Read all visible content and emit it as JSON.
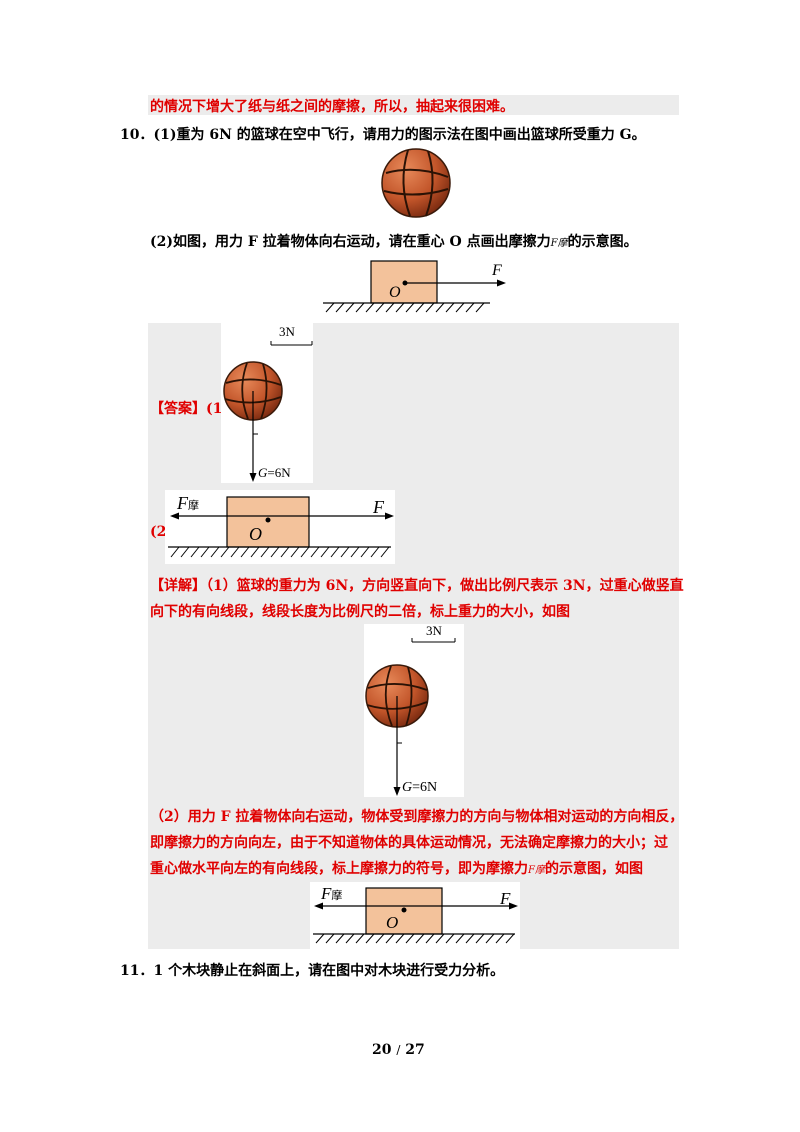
{
  "prev_answer_tail": "的情况下增大了纸与纸之间的摩擦，所以，抽起来很困难。",
  "q10": {
    "number": "10．",
    "part1": "(1)重为 6N 的篮球在空中飞行，请用力的图示法在图中画出篮球所受重力 G。",
    "part2_pre": "(2)如图，用力 F 拉着物体向右运动，请在重心 O 点画出摩擦力",
    "part2_sym": "F摩",
    "part2_post": "的示意图。",
    "fig_F": "F",
    "fig_O": "O"
  },
  "answer": {
    "label": "【答案】(1)",
    "scale": "3N",
    "gravity_label": "G=6N",
    "part2_label": "(2)",
    "f_friction": "F",
    "f_friction_sub": "摩",
    "f_pull": "F",
    "o_label": "O"
  },
  "detail": {
    "line1": "【详解】（1）篮球的重力为 6N，方向竖直向下，做出比例尺表示 3N，过重心做竖直",
    "line2": "向下的有向线段，线段长度为比例尺的二倍，标上重力的大小，如图",
    "line3": "（2）用力 F 拉着物体向右运动，物体受到摩擦力的方向与物体相对运动的方向相反，",
    "line4": "即摩擦力的方向向左，由于不知道物体的具体运动情况，无法确定摩擦力的大小；过",
    "line5_pre": "重心做水平向左的有向线段，标上摩擦力的符号，即为摩擦力",
    "line5_sym": "F摩",
    "line5_post": "的示意图，如图"
  },
  "q11": {
    "number": "11．",
    "text": "1 个木块静止在斜面上，请在图中对木块进行受力分析。"
  },
  "footer": {
    "page": "20",
    "sep": "/",
    "total": "27"
  },
  "colors": {
    "answer_red": "#e00000",
    "block": "#f3c29b",
    "ball": "#c2552a"
  }
}
